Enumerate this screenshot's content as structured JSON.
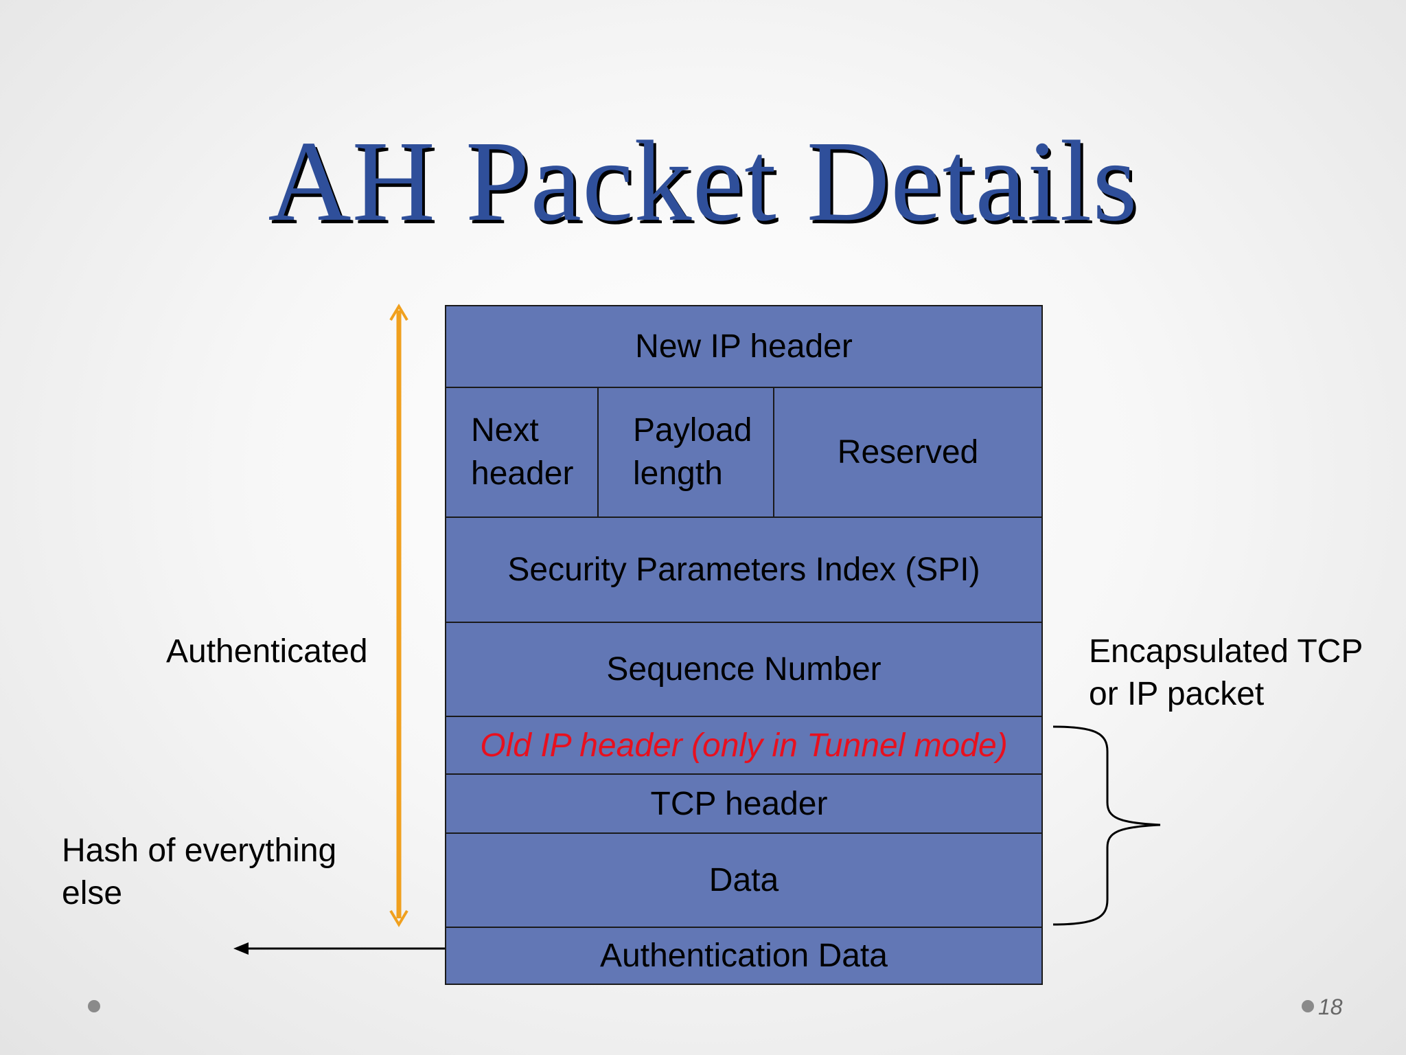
{
  "slide": {
    "title": "AH Packet Details",
    "page_number": "18"
  },
  "packet": {
    "new_ip_header": "New IP header",
    "next_header": "Next header",
    "payload_length": "Payload length",
    "reserved": "Reserved",
    "spi": "Security Parameters Index (SPI)",
    "sequence_number": "Sequence Number",
    "old_ip_header": "Old IP header (only in Tunnel mode)",
    "tcp_header": "TCP header",
    "data": "Data",
    "authentication_data": "Authentication Data"
  },
  "annotations": {
    "authenticated": "Authenticated",
    "hash_note": "Hash of everything else",
    "encapsulated": "Encapsulated TCP or IP packet"
  },
  "colors": {
    "field_fill": "#6277b5",
    "title_color": "#2f4f9a",
    "old_ip_text": "#e8101e",
    "auth_arrow": "#f0a01e"
  }
}
